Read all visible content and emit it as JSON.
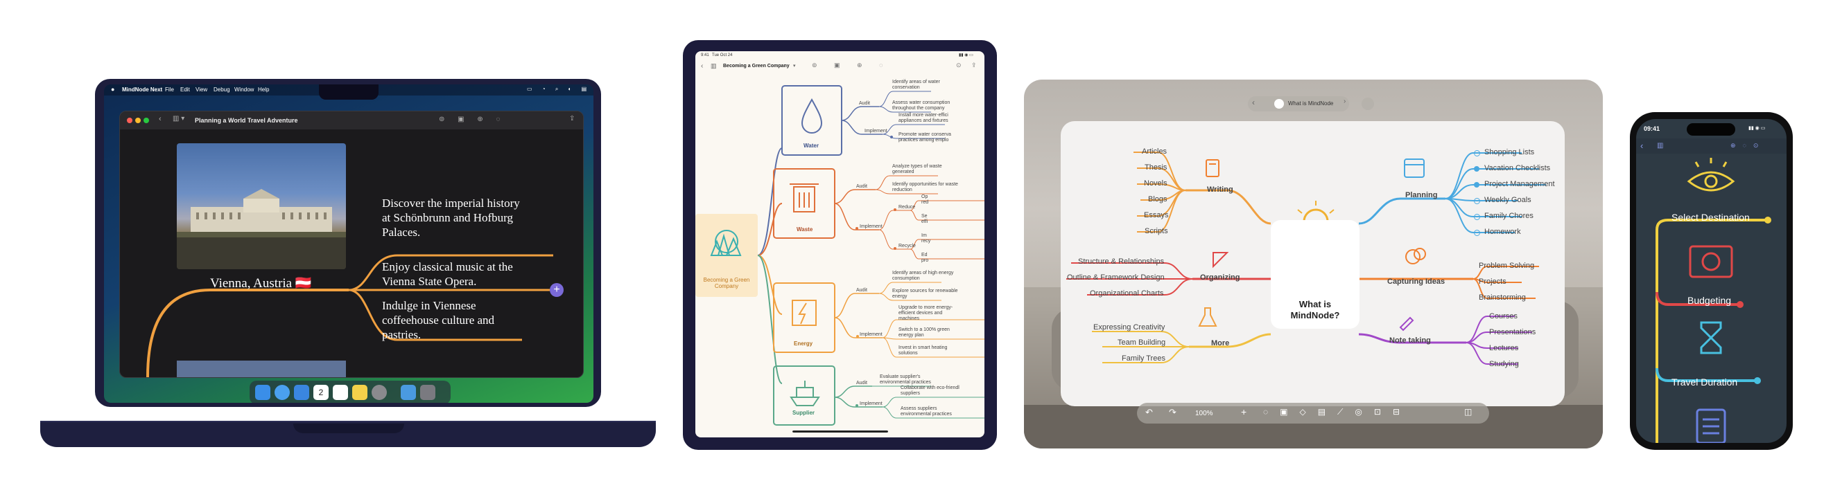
{
  "mac": {
    "menubar": {
      "apple": "",
      "items": [
        "MindNode Next",
        "File",
        "Edit",
        "View",
        "Debug",
        "Window",
        "Help"
      ]
    },
    "window_title": "Planning a World Travel Adventure",
    "node_root": "Vienna, Austria 🇦🇹",
    "branches": [
      "Discover the imperial history at Schönbrunn and Hofburg Palaces.",
      "Enjoy classical music at the Vienna State Opera.",
      "Indulge in Viennese coffeehouse culture and pastries."
    ],
    "branch_lines": [
      [
        "Discover the imperial history",
        "at Schönbrunn and Hofburg",
        "Palaces."
      ],
      [
        "Enjoy classical music at the",
        "Vienna State Opera."
      ],
      [
        "Indulge in Viennese",
        "coffeehouse culture and",
        "pastries."
      ]
    ],
    "add_button": "+",
    "dock_badge": "2",
    "colors": {
      "branch": "#f0a040",
      "add": "#7a6ad8"
    }
  },
  "ipad": {
    "status_time": "9:41",
    "status_date": "Tue Oct 24",
    "title": "Becoming a Green Company",
    "root": "Becoming a Green Company",
    "groups": [
      {
        "name": "Water",
        "color": "#5a6fa8",
        "audit": "Audit",
        "audit_items": [
          "Identify areas of water conservation",
          "Assess water consumption throughout the company"
        ],
        "audit_lines": [
          [
            "Identify areas of water",
            "conservation"
          ],
          [
            "Assess water consumption",
            "throughout the company"
          ]
        ],
        "implement": "Implement",
        "implement_items": [
          "Install more water-efficient appliances and fixtures",
          "Promote water conservation practices among employees"
        ],
        "implement_lines": [
          [
            "Install more water-effici",
            "appliances and fixtures"
          ],
          [
            "Promote water conserva",
            "practices among emplo"
          ]
        ]
      },
      {
        "name": "Waste",
        "color": "#e0703a",
        "audit": "Audit",
        "audit_items": [
          "Analyze types of waste generated",
          "Identify opportunities for waste reduction"
        ],
        "audit_lines": [
          [
            "Analyze types of waste",
            "generated"
          ],
          [
            "Identify opportunities for waste",
            "reduction"
          ]
        ],
        "implement": "Implement",
        "sub": [
          "Reduce",
          "Recycle"
        ],
        "sub_items": [
          [
            "Op",
            "red"
          ],
          [
            "Se",
            "effi"
          ],
          [
            "Im",
            "recy"
          ],
          [
            "Ed",
            "pro"
          ]
        ]
      },
      {
        "name": "Energy",
        "color": "#f0a040",
        "audit": "Audit",
        "audit_items": [
          "Identify areas of high energy consumption",
          "Explore sources for renewable energy"
        ],
        "audit_lines": [
          [
            "Identify areas of high energy",
            "consumption"
          ],
          [
            "Explore sources for renewable",
            "energy"
          ]
        ],
        "implement": "Implement",
        "implement_items": [
          "Upgrade to more energy-efficient devices and machines",
          "Switch to a 100% green energy plan",
          "Invest in smart heating solutions"
        ],
        "implement_lines": [
          [
            "Upgrade to more energy-",
            "efficient devices and",
            "machines"
          ],
          [
            "Switch to a 100% green",
            "energy plan"
          ],
          [
            "Invest in smart heating",
            "solutions"
          ]
        ]
      },
      {
        "name": "Supplier",
        "color": "#5aa88a",
        "audit": "Audit",
        "audit_items": [
          "Evaluate supplier's environmental practices"
        ],
        "audit_lines": [
          [
            "Evaluate supplier's",
            "environmental practices"
          ]
        ],
        "implement": "Implement",
        "implement_items": [
          "Collaborate with eco-friendly suppliers",
          "Assess suppliers environmental practices"
        ],
        "implement_lines": [
          [
            "Collaborate with eco-friendl",
            "suppliers"
          ],
          [
            "Assess suppliers",
            "environmental practices"
          ]
        ]
      }
    ]
  },
  "vision": {
    "title": "What is MindNode",
    "center": "What is MindNode?",
    "center_lines": [
      "What is",
      "MindNode?"
    ],
    "left": [
      {
        "name": "Writing",
        "color": "#f0a040",
        "items": [
          "Articles",
          "Thesis",
          "Novels",
          "Blogs",
          "Essays",
          "Scripts"
        ]
      },
      {
        "name": "Organizing",
        "color": "#e04848",
        "items": [
          "Structure & Relationships",
          "Outline & Framework Design",
          "Organizational Charts"
        ]
      },
      {
        "name": "More",
        "color": "#f0c040",
        "items": [
          "Expressing Creativity",
          "Team Building",
          "Family Trees"
        ]
      }
    ],
    "right": [
      {
        "name": "Planning",
        "color": "#48a8e0",
        "items": [
          "Shopping Lists",
          "Vacation Checklists",
          "Project Management",
          "Weekly Goals",
          "Family Chores",
          "Homework"
        ],
        "checked": [
          false,
          true,
          true,
          false,
          false,
          false
        ]
      },
      {
        "name": "Capturing Ideas",
        "color": "#f08030",
        "items": [
          "Problem Solving",
          "Projects",
          "Brainstorming"
        ]
      },
      {
        "name": "Note taking",
        "color": "#a048c8",
        "items": [
          "Courses",
          "Presentations",
          "Lectures",
          "Studying"
        ]
      }
    ],
    "zoom": "100%"
  },
  "iphone": {
    "time": "09:41",
    "items": [
      {
        "label": "Select Destination",
        "color": "#f0d040"
      },
      {
        "label": "Budgeting",
        "color": "#e04848"
      },
      {
        "label": "Travel Duration",
        "color": "#48c0e0"
      }
    ]
  }
}
